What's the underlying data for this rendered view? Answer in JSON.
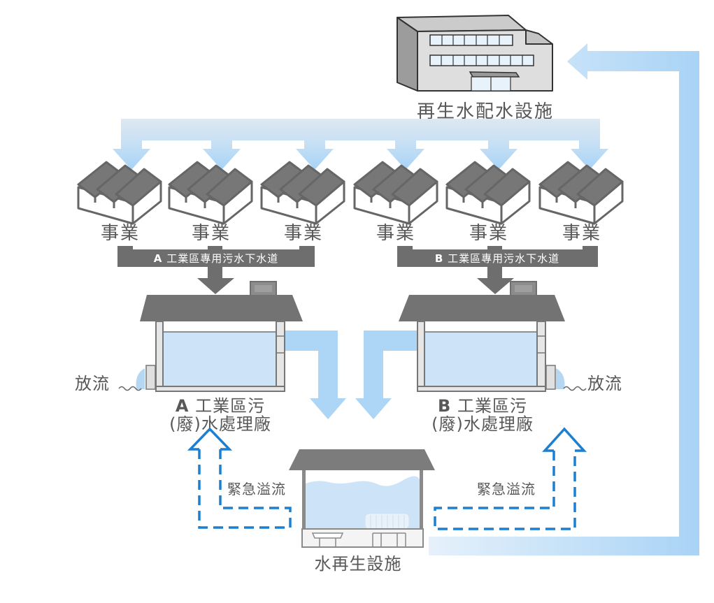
{
  "diagram": {
    "distribution_facility": {
      "label": "再生水配水設施",
      "icon": "office-building-icon"
    },
    "enterprises": [
      {
        "label": "事業",
        "icon": "factory-icon"
      },
      {
        "label": "事業",
        "icon": "factory-icon"
      },
      {
        "label": "事業",
        "icon": "factory-icon"
      },
      {
        "label": "事業",
        "icon": "factory-icon"
      },
      {
        "label": "事業",
        "icon": "factory-icon"
      },
      {
        "label": "事業",
        "icon": "factory-icon"
      }
    ],
    "sewers": [
      {
        "letter": "A",
        "label": "工業區專用污水下水道"
      },
      {
        "letter": "B",
        "label": "工業區專用污水下水道"
      }
    ],
    "plants": [
      {
        "letter": "A",
        "line1": "工業區污",
        "line2": "(廢)水處理廠",
        "discharge_label": "放流"
      },
      {
        "letter": "B",
        "line1": "工業區污",
        "line2": "(廢)水處理廠",
        "discharge_label": "放流"
      }
    ],
    "reclamation_facility": {
      "label": "水再生設施"
    },
    "overflow": [
      {
        "label": "緊急溢流"
      },
      {
        "label": "緊急溢流"
      }
    ]
  },
  "colors": {
    "reclaimed_pipe": "#acd5f6",
    "sewer_gray": "#6e6e6e",
    "water": "#cde4f8",
    "overflow_dashed": "#1c7fd0",
    "label_text": "#585858"
  }
}
